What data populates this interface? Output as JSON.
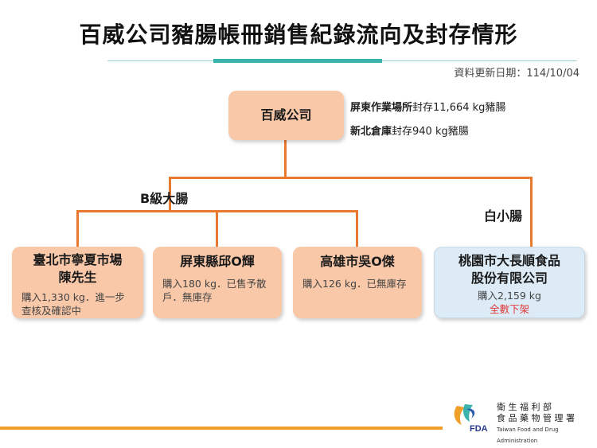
{
  "title": "百威公司豬腸帳冊銷售紀錄流向及封存情形",
  "updated": "資料更新日期：114/10/04",
  "root": {
    "label": "百威公司",
    "notes": [
      {
        "place": "屏東作業場所",
        "text": "封存11,664 kg豬腸"
      },
      {
        "place": "新北倉庫",
        "text": "封存940 kg豬腸"
      }
    ]
  },
  "branch_labels": {
    "b_grade": "B級大腸",
    "small": "白小腸"
  },
  "nodes": [
    {
      "name_line1": "臺北市寧夏市場",
      "name_line2": "陳先生",
      "detail": "購入1,330 kg．進一步查核及確認中"
    },
    {
      "name_line1": "屏東縣邱O輝",
      "detail": "購入180 kg．已售予散戶．無庫存"
    },
    {
      "name_line1": "高雄市吳O傑",
      "detail": "購入126 kg．已無庫存"
    },
    {
      "name_line1": "桃園市大長順食品",
      "name_line2": "股份有限公司",
      "detail": "購入2,159 kg",
      "status": "全數下架"
    }
  ],
  "agency": {
    "zh_line1": "衛 生 福 利 部",
    "zh_line2": "食 品 藥 物 管 理 署",
    "en": "Taiwan Food and Drug Administration",
    "logo_text": "FDA"
  },
  "colors": {
    "line": "#e87a30",
    "orange_box": "#f9c8a8",
    "blue_box": "#dcebf5",
    "accent_teal": "#3bb3ad",
    "status_red": "#e03a3a"
  }
}
